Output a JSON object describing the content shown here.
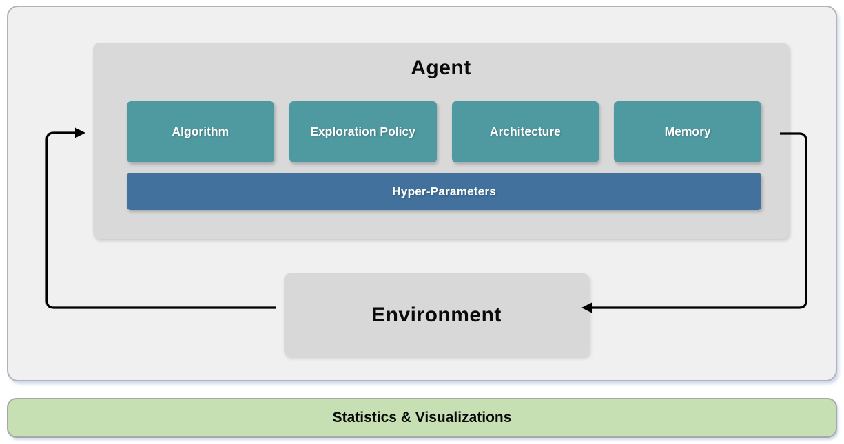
{
  "diagram": {
    "agent": {
      "title": "Agent",
      "modules": [
        {
          "label": "Algorithm"
        },
        {
          "label": "Exploration Policy"
        },
        {
          "label": "Architecture"
        },
        {
          "label": "Memory"
        }
      ],
      "hyper_parameters_label": "Hyper-Parameters"
    },
    "environment": {
      "label": "Environment"
    },
    "stats_bar": {
      "label": "Statistics & Visualizations"
    },
    "arrows": [
      {
        "name": "environment-to-agent",
        "direction": "left-loop-up"
      },
      {
        "name": "agent-to-environment",
        "direction": "right-loop-down"
      }
    ],
    "colors": {
      "module_teal": "#4f99a1",
      "hyper_parameters_blue": "#41719c",
      "stats_green": "#c6e0b4",
      "inner_box_gray": "#d9d9d9",
      "outer_box_gray": "#f0f0f1",
      "outer_border_gray": "#b3b3b6",
      "stats_border_gray": "#a8a8a8",
      "arrow_black": "#000000",
      "text_dark": "#0a0a0a",
      "text_light": "#ffffff"
    }
  }
}
